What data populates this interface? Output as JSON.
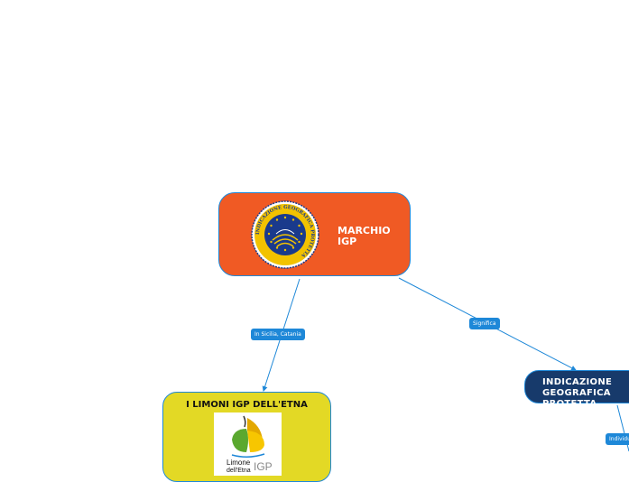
{
  "nodes": {
    "igp": {
      "title": "MARCHIO\nIGP",
      "color": "#f05a24",
      "seal_text": "INDICAZIONE GEOGRAFICA PROTETTA"
    },
    "limoni": {
      "title": "I LIMONI IGP DELL'ETNA",
      "color": "#e3d925",
      "logo_text_1": "Limone",
      "logo_text_2": "dell'Etna",
      "logo_text_3": "IGP"
    },
    "indicazione": {
      "title": "INDICAZIONE\nGEOGRAFICA  PROTETTA",
      "color": "#173a6b"
    }
  },
  "links": {
    "sicilia": "In Sicilia, Catania",
    "significa": "Significa",
    "indiv": "Individua"
  },
  "colors": {
    "link": "#1e88d8",
    "seal_blue": "#1a3a8c",
    "seal_gold": "#f2c200"
  }
}
